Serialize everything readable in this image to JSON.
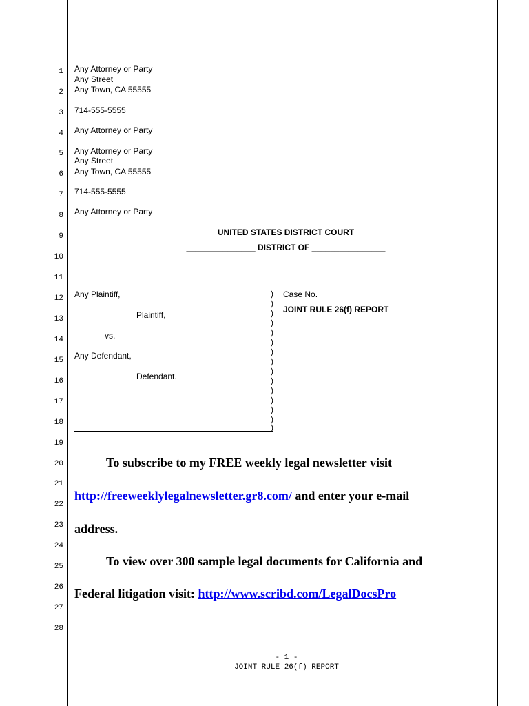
{
  "line_numbers": [
    "1",
    "2",
    "3",
    "4",
    "5",
    "6",
    "7",
    "8",
    "9",
    "10",
    "11",
    "12",
    "13",
    "14",
    "15",
    "16",
    "17",
    "18",
    "19",
    "20",
    "21",
    "22",
    "23",
    "24",
    "25",
    "26",
    "27",
    "28"
  ],
  "header_block": {
    "line1": "Any Attorney or Party",
    "line2": "Any Street",
    "line3": "Any Town, CA 55555",
    "phone1": "714-555-5555",
    "attorney_for": "Any Attorney or Party",
    "line5": "Any Attorney or Party",
    "line6": "Any Street",
    "line7": "Any Town, CA 55555",
    "phone2": "714-555-5555",
    "attorney_for2": "Any Attorney or Party"
  },
  "court": {
    "name": "UNITED STATES DISTRICT COURT",
    "district": "_______________ DISTRICT OF ________________"
  },
  "caption": {
    "plaintiff": "Any Plaintiff,",
    "plaintiff_label": "Plaintiff,",
    "vs": "vs.",
    "defendant": "Any Defendant,",
    "defendant_label": "Defendant.",
    "case_no": "Case No.",
    "doc_title": "JOINT RULE 26(f) REPORT",
    "paren": ")"
  },
  "body": {
    "p1_line1": "To subscribe to my FREE weekly legal newsletter visit",
    "p1_link": "http://freeweeklylegalnewsletter.gr8.com/",
    "p1_line2_rest": " and enter your e-mail",
    "p1_line3": "address.",
    "p2_line1": "To view over 300 sample legal documents for California and",
    "p2_line2_lead": "Federal litigation visit: ",
    "p2_link": "http://www.scribd.com/LegalDocsPro"
  },
  "footer": {
    "page": "- 1 -",
    "title": "JOINT RULE 26(f) REPORT"
  }
}
